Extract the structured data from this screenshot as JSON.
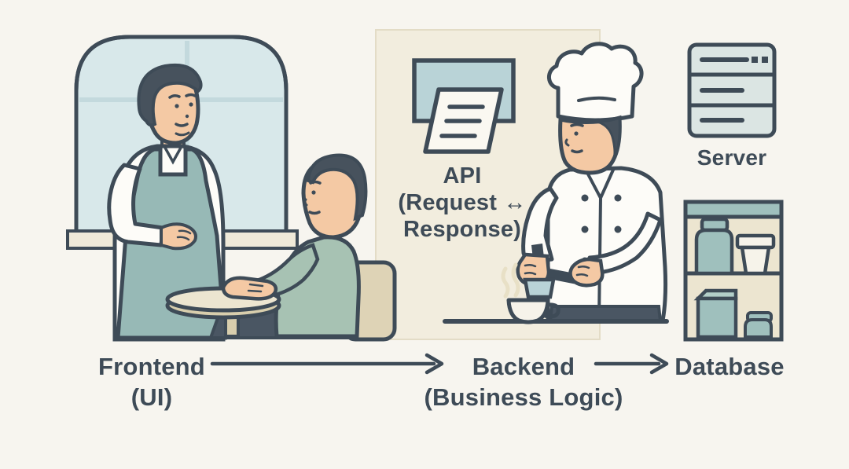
{
  "illustration": {
    "background": "#f7f5ef",
    "outline_color": "#3e4b57",
    "text_color": "#3e4b57",
    "api_label": {
      "line1": "API",
      "line2": "(Request ↔",
      "line3": "Response)"
    },
    "server_label": "Server",
    "tiers": [
      {
        "id": "frontend",
        "title": "Frontend",
        "subtitle": "(UI)"
      },
      {
        "id": "backend",
        "title": "Backend",
        "subtitle": "(Business Logic)"
      },
      {
        "id": "database",
        "title": "Database",
        "subtitle": ""
      }
    ],
    "connections": [
      {
        "from": "Frontend",
        "to": "Backend"
      },
      {
        "from": "Backend",
        "to": "Database"
      }
    ],
    "icons": [
      "window-icon",
      "waiter-icon",
      "customer-icon",
      "table-icon",
      "chair-icon",
      "order-ticket-icon",
      "chef-icon",
      "coffee-cup-icon",
      "steam-icon",
      "server-rack-icon",
      "pantry-shelf-icon",
      "arrow-right-icon"
    ],
    "colors": {
      "teal": "#97b9b6",
      "sage": "#a7c2b3",
      "skin": "#f4c9a4",
      "hair": "#47525d",
      "window_glass": "#d8e8ea",
      "window_divider": "#c3d9dd",
      "panel": "#f2edde",
      "beige": "#ded3b6",
      "cream": "#ece5d0",
      "white": "#fdfcf8",
      "server_fill": "#dbe5e3",
      "ticket_screen": "#b9d3d7",
      "dark_pants": "#4a5663",
      "steam": "#e8e0c6"
    }
  }
}
